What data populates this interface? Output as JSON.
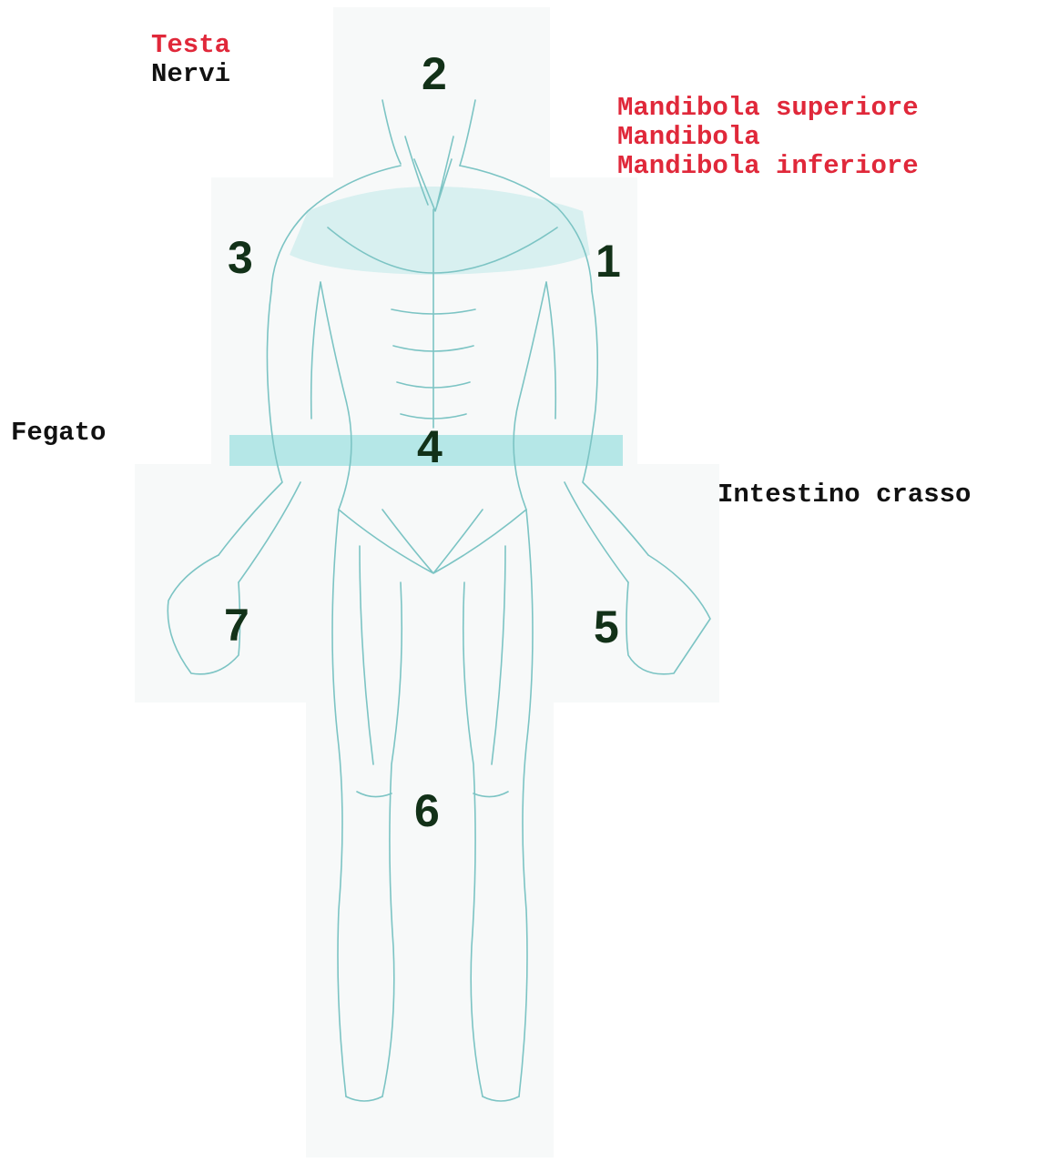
{
  "labels": {
    "head": "Testa",
    "nerves": "Nervi",
    "jaw_upper": "Mandibola superiore",
    "jaw": "Mandibola",
    "jaw_lower": "Mandibola inferiore",
    "liver": "Fegato",
    "large_intestine": "Intestino crasso"
  },
  "zones": {
    "z1": "1",
    "z2": "2",
    "z3": "3",
    "z4": "4",
    "z5": "5",
    "z6": "6",
    "z7": "7"
  },
  "colors": {
    "red_label": "#e0283a",
    "dark_label": "#111111",
    "number": "#123118",
    "outline": "#7cc4c4",
    "highlight": "#9fe0e0",
    "panel": "#f7f9f9"
  }
}
